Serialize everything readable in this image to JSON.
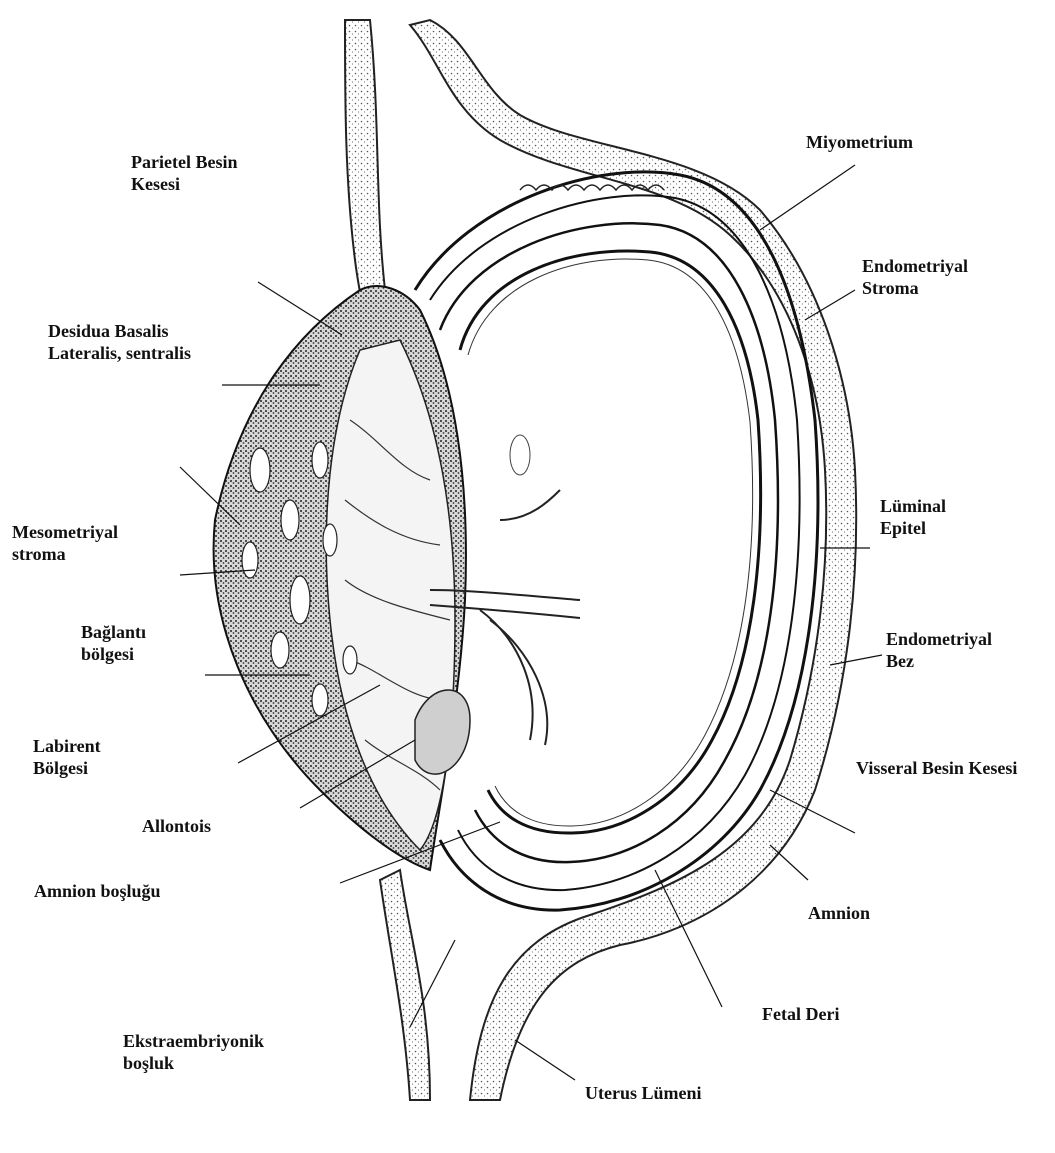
{
  "labels": {
    "parietal_yolk_sac": [
      "Parietel  Besin",
      "Kesesi"
    ],
    "myometrium": [
      "Miyometrium"
    ],
    "endometrial_stroma": [
      "Endometriyal",
      "Stroma"
    ],
    "decidua_basalis": [
      "Desidua Basalis",
      "Lateralis, sentralis"
    ],
    "mesometrial_stroma": [
      "Mesometriyal",
      "stroma"
    ],
    "luminal_epithelium": [
      "Lüminal",
      "Epitel"
    ],
    "junctional_zone": [
      "Bağlantı",
      "bölgesi"
    ],
    "endometrial_gland": [
      "Endometriyal",
      "Bez"
    ],
    "labyrinth_zone": [
      "Labirent",
      "Bölgesi"
    ],
    "visceral_yolk_sac": [
      "Visseral Besin Kesesi"
    ],
    "allantois": [
      "Allontois"
    ],
    "amnion_cavity": [
      "Amnion boşluğu"
    ],
    "amnion": [
      "Amnion"
    ],
    "fetal_skin": [
      "Fetal Deri"
    ],
    "extraembryonic_cavity": [
      "Ekstraembriyonik",
      "boşluk"
    ],
    "uterine_lumen": [
      "Uterus Lümeni"
    ]
  }
}
